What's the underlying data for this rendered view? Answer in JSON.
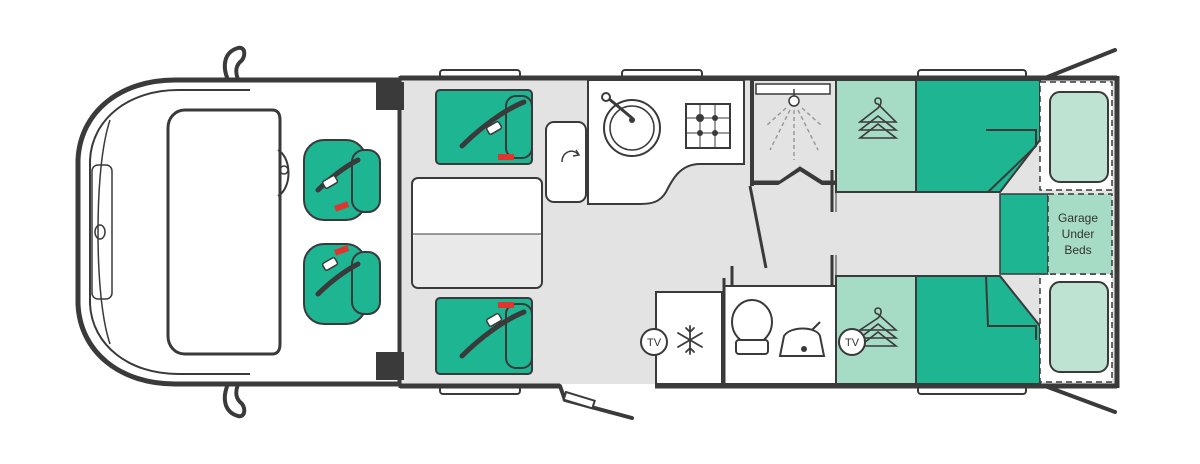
{
  "colors": {
    "green": "#1db592",
    "light_green": "#a6dcc5",
    "pillow": "#bfe3d3",
    "floor": "#e3e3e3",
    "wall": "#3a3a3a",
    "white": "#ffffff",
    "belt": "#3a3a3a",
    "buckle": "#e0342f"
  },
  "labels": {
    "tv_left": "TV",
    "tv_right": "TV",
    "garage_line1": "Garage",
    "garage_line2": "Under",
    "garage_line3": "Beds"
  },
  "icons": [
    "snowflake-icon",
    "hanger-icon",
    "shower-icon",
    "hob-icon",
    "sink-icon",
    "tap-icon",
    "toilet-icon",
    "basin-icon",
    "seatbelt-icon"
  ]
}
